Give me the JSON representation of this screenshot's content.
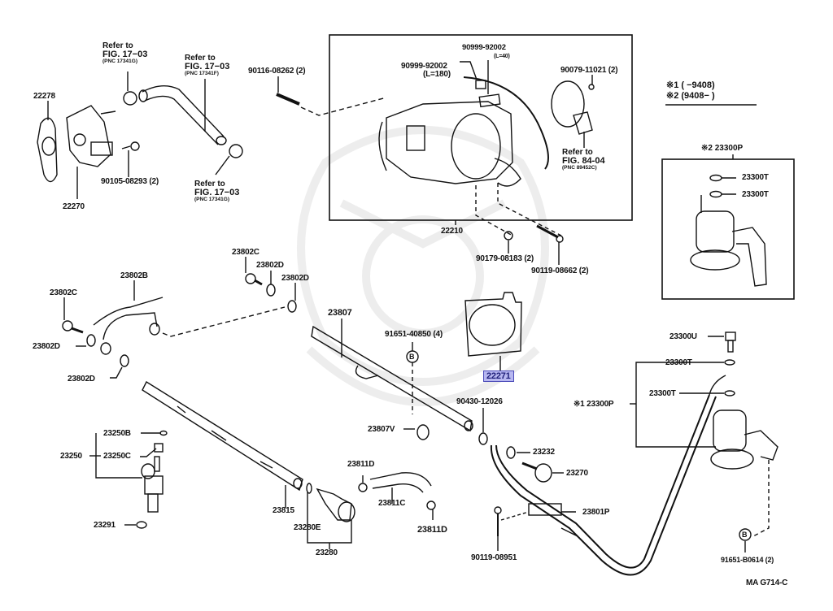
{
  "diagram": {
    "figure_code": "MA G714-C",
    "highlighted_part": "22271",
    "watermark": "emblem-watermark",
    "notes": {
      "note1": "※1 (        −9408)",
      "note2": "※2 (9408−        )"
    },
    "inset_title": "※2 23300P",
    "refs": {
      "ref_a": {
        "line1": "Refer to",
        "line2": "FIG. 17−03",
        "line3": "(PNC 17341G)"
      },
      "ref_b": {
        "line1": "Refer to",
        "line2": "FIG. 17−03",
        "line3": "(PNC 17341F)"
      },
      "ref_c": {
        "line1": "Refer to",
        "line2": "FIG. 17−03",
        "line3": "(PNC 17341G)"
      },
      "ref_d": {
        "line1": "Refer to",
        "line2": "FIG. 84-04",
        "line3": "(PNC 89452C)"
      }
    },
    "parts": {
      "p22278": "22278",
      "p22270": "22270",
      "p90105": "90105-08293 (2)",
      "p90116": "90116-08262 (2)",
      "p90999a": "90999-92002",
      "p90999a_len": "(L=40)",
      "p90999b": "90999-92002",
      "p90999b_len": "(L=180)",
      "p90079": "90079-11021 (2)",
      "p22210": "22210",
      "p90179": "90179-08183 (2)",
      "p90119a": "90119-08662 (2)",
      "p23300T_a": "23300T",
      "p23300T_b": "23300T",
      "p23802C_a": "23802C",
      "p23802D_a": "23802D",
      "p23802D_b": "23802D",
      "p23802B": "23802B",
      "p23802C_b": "23802C",
      "p23802D_c": "23802D",
      "p23802D_d": "23802D",
      "p23807": "23807",
      "p91651a": "91651-40850 (4)",
      "p22271": "22271",
      "p23300U": "23300U",
      "p23300T_c": "23300T",
      "p23300P": "※1 23300P",
      "p23300T_d": "23300T",
      "p90430": "90430-12026",
      "p23807V": "23807V",
      "p23232": "23232",
      "p23270": "23270",
      "p23250B": "23250B",
      "p23250": "23250",
      "p23250C": "23250C",
      "p23291": "23291",
      "p23815": "23815",
      "p23811D_a": "23811D",
      "p23811C": "23811C",
      "p23811D_b": "23811D",
      "p23280E": "23280E",
      "p23280": "23280",
      "p23801P": "23801P",
      "p90119b": "90119-08951",
      "p91651b": "91651-B0614 (2)"
    },
    "bolt_marker": "B"
  }
}
